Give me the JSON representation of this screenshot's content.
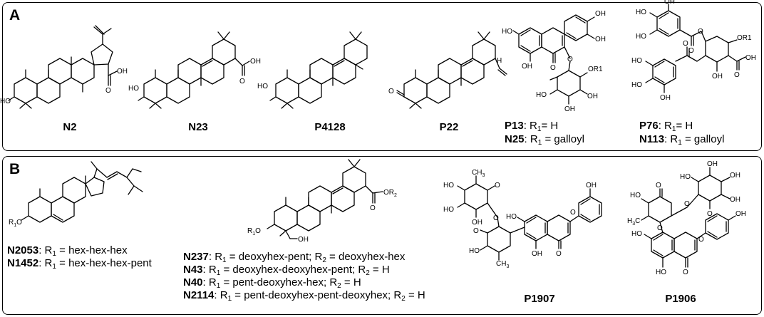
{
  "panels": [
    {
      "letter": "A",
      "compounds": [
        {
          "id": "N2"
        },
        {
          "id": "N23"
        },
        {
          "id": "P4128"
        },
        {
          "id": "P22"
        },
        {
          "id": "P13",
          "r1": "H"
        },
        {
          "id": "N25",
          "r1": "galloyl"
        },
        {
          "id": "P76",
          "r1": "H"
        },
        {
          "id": "N113",
          "r1": "galloyl"
        }
      ]
    },
    {
      "letter": "B",
      "compounds": [
        {
          "id": "N2053",
          "r1": "hex-hex-hex"
        },
        {
          "id": "N1452",
          "r1": "hex-hex-hex-pent"
        },
        {
          "id": "N237",
          "r1": "deoxyhex-pent",
          "r2": "deoxyhex-hex"
        },
        {
          "id": "N43",
          "r1": "deoxyhex-deoxyhex-pent",
          "r2": "H"
        },
        {
          "id": "N40",
          "r1": "pent-deoxyhex-hex",
          "r2": "H"
        },
        {
          "id": "N2114",
          "r1": "pent-deoxyhex-pent-deoxyhex",
          "r2": "H"
        },
        {
          "id": "P1907"
        },
        {
          "id": "P1906"
        }
      ]
    }
  ],
  "atoms": {
    "ho": "HO",
    "oh": "OH",
    "o": "O",
    "h": "H",
    "ch3": "CH3",
    "h3c": "H3C",
    "or1": "OR1",
    "r1o": "R1O",
    "or2": "OR2"
  },
  "r1_prefix": "R",
  "r2_prefix": "R",
  "sub1": "1",
  "sub2": "2"
}
